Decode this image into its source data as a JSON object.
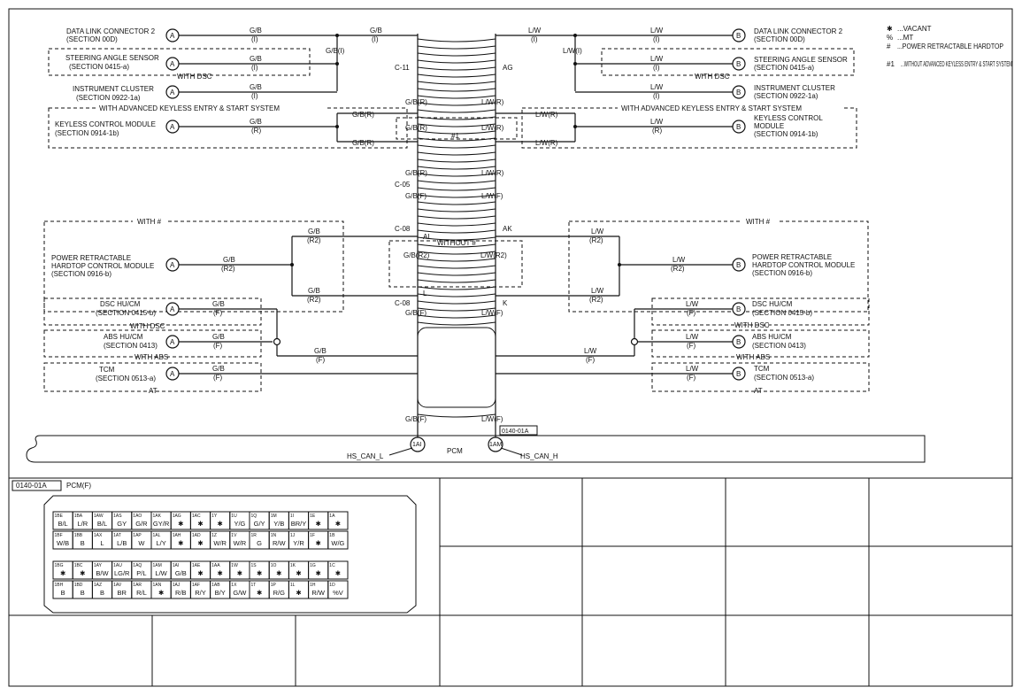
{
  "legend": [
    {
      "sym": "✱",
      "text": "...VACANT"
    },
    {
      "sym": "%",
      "text": "...MT"
    },
    {
      "sym": "#",
      "text": "...POWER RETRACTABLE HARDTOP"
    },
    {
      "sym": "#1",
      "text": "...WITHOUT ADVANCED KEYLESS ENTRY & START SYSTEM"
    }
  ],
  "left_components": {
    "dlc": {
      "name": "DATA LINK CONNECTOR 2",
      "section": "(SECTION 00D)",
      "pin": "A",
      "wire": "G/B",
      "circ": "(I)"
    },
    "sas": {
      "name": "STEERING ANGLE SENSOR",
      "section": "(SECTION 0415-a)",
      "pin": "A",
      "wire": "G/B",
      "circ": "(I)",
      "group": "WITH DSC"
    },
    "ic": {
      "name": "INSTRUMENT CLUSTER",
      "section": "(SECTION 0922-1a)",
      "pin": "A",
      "wire": "G/B",
      "circ": "(I)"
    },
    "kcm": {
      "name": "KEYLESS CONTROL MODULE",
      "section": "(SECTION 0914-1b)",
      "pin": "A",
      "wire": "G/B",
      "circ": "(R)",
      "group": "WITH ADVANCED KEYLESS ENTRY & START SYSTEM"
    },
    "prh": {
      "name": "POWER RETRACTABLE",
      "name2": "HARDTOP CONTROL MODULE",
      "section": "(SECTION 0916-b)",
      "pin": "A",
      "wire": "G/B",
      "circ": "(R2)",
      "group": "WITH #"
    },
    "dsc": {
      "name": "DSC HU/CM",
      "section": "(SECTION 0415-b)",
      "pin": "A",
      "wire": "G/B",
      "circ": "(F)",
      "group": "WITH DSC"
    },
    "abs": {
      "name": "ABS HU/CM",
      "section": "(SECTION 0413)",
      "pin": "A",
      "wire": "G/B",
      "circ": "(F)",
      "group": "WITH ABS"
    },
    "tcm": {
      "name": "TCM",
      "section": "(SECTION 0513-a)",
      "pin": "A",
      "wire": "G/B",
      "circ": "(F)",
      "group": "AT"
    }
  },
  "right_components": {
    "dlc": {
      "name": "DATA LINK CONNECTOR 2",
      "section": "(SECTION 00D)",
      "pin": "B",
      "wire": "L/W",
      "circ": "(I)"
    },
    "sas": {
      "name": "STEERING ANGLE SENSOR",
      "section": "(SECTION 0415-a)",
      "pin": "B",
      "wire": "L/W",
      "circ": "(I)",
      "group": "WITH DSC"
    },
    "ic": {
      "name": "INSTRUMENT CLUSTER",
      "section": "(SECTION 0922-1a)",
      "pin": "B",
      "wire": "L/W",
      "circ": "(I)"
    },
    "kcm": {
      "name": "KEYLESS CONTROL",
      "name2": "MODULE",
      "section": "(SECTION 0914-1b)",
      "pin": "B",
      "wire": "L/W",
      "circ": "(R)",
      "group": "WITH ADVANCED KEYLESS ENTRY & START SYSTEM"
    },
    "prh": {
      "name": "POWER RETRACTABLE",
      "name2": "HARDTOP CONTROL MODULE",
      "section": "(SECTION 0916-b)",
      "pin": "B",
      "wire": "L/W",
      "circ": "(R2)",
      "group": "WITH #"
    },
    "dsc": {
      "name": "DSC HU/CM",
      "section": "(SECTION 0415-b)",
      "pin": "B",
      "wire": "L/W",
      "circ": "(F)",
      "group": "WITH DSC"
    },
    "abs": {
      "name": "ABS HU/CM",
      "section": "(SECTION 0413)",
      "pin": "B",
      "wire": "L/W",
      "circ": "(F)",
      "group": "WITH ABS"
    },
    "tcm": {
      "name": "TCM",
      "section": "(SECTION 0513-a)",
      "pin": "B",
      "wire": "L/W",
      "circ": "(F)",
      "group": "AT"
    }
  },
  "trunk_labels": {
    "gb": "G/B",
    "gbi": "(I)",
    "gbi_v": "G/B(I)",
    "lw": "L/W",
    "lwi": "(I)",
    "lwi_v": "L/W(I)",
    "gbr": "G/B(R)",
    "lwr": "L/W(R)",
    "gbf": "G/B(F)",
    "lwf": "L/W(F)",
    "gbr2": "G/B(R2)",
    "lwr2": "L/W(R2)",
    "gb_w": "G/B",
    "r2": "(R2)",
    "lw_w": "L/W",
    "f": "(F)"
  },
  "connectors": {
    "c11": "C-11",
    "ag": "AG",
    "c05": "C-05",
    "c08a": "C-08",
    "ak": "AK",
    "al": "AL",
    "l": "L",
    "c08b": "C-08",
    "k": "K",
    "hash1": "#1",
    "without": "WITHOUT #"
  },
  "pcm": {
    "label": "PCM",
    "pin_l": "1AI",
    "pin_h": "1AM",
    "can_l": "HS_CAN_L",
    "can_h": "HS_CAN_H",
    "conn_ref": "0140-01A"
  },
  "connector_view": {
    "code": "0140-01A",
    "name": "PCM(F)",
    "rows": [
      [
        [
          "1BE",
          "B/L"
        ],
        [
          "1BA",
          "L/R"
        ],
        [
          "1AW",
          "B/L"
        ],
        [
          "1AS",
          "GY"
        ],
        [
          "1AO",
          "G/R"
        ],
        [
          "1AK",
          "GY/R"
        ],
        [
          "1AG",
          "✱"
        ],
        [
          "1AC",
          "✱"
        ],
        [
          "1Y",
          "✱"
        ],
        [
          "1U",
          "Y/G"
        ],
        [
          "1Q",
          "G/Y"
        ],
        [
          "1M",
          "Y/B"
        ],
        [
          "1I",
          "BR/Y"
        ],
        [
          "1E",
          "✱"
        ],
        [
          "1A",
          "✱"
        ]
      ],
      [
        [
          "1BF",
          "W/B"
        ],
        [
          "1BB",
          "B"
        ],
        [
          "1AX",
          "L"
        ],
        [
          "1AT",
          "L/B"
        ],
        [
          "1AP",
          "W"
        ],
        [
          "1AL",
          "L/Y"
        ],
        [
          "1AH",
          "✱"
        ],
        [
          "1AD",
          "✱"
        ],
        [
          "1Z",
          "W/R"
        ],
        [
          "1V",
          "W/R"
        ],
        [
          "1R",
          "G"
        ],
        [
          "1N",
          "R/W"
        ],
        [
          "1J",
          "Y/R"
        ],
        [
          "1F",
          "✱"
        ],
        [
          "1B",
          "W/G"
        ]
      ],
      [
        [
          "1BG",
          "✱"
        ],
        [
          "1BC",
          "✱"
        ],
        [
          "1AY",
          "B/W"
        ],
        [
          "1AU",
          "LG/R"
        ],
        [
          "1AQ",
          "P/L"
        ],
        [
          "1AM",
          "L/W"
        ],
        [
          "1AI",
          "G/B"
        ],
        [
          "1AE",
          "✱"
        ],
        [
          "1AA",
          "✱"
        ],
        [
          "1W",
          "✱"
        ],
        [
          "1S",
          "✱"
        ],
        [
          "1O",
          "✱"
        ],
        [
          "1K",
          "✱"
        ],
        [
          "1G",
          "✱"
        ],
        [
          "1C",
          "✱"
        ]
      ],
      [
        [
          "1BH",
          "B"
        ],
        [
          "1BD",
          "B"
        ],
        [
          "1AZ",
          "B"
        ],
        [
          "1AV",
          "BR"
        ],
        [
          "1AR",
          "R/L"
        ],
        [
          "1AN",
          "✱"
        ],
        [
          "1AJ",
          "R/B"
        ],
        [
          "1AF",
          "R/Y"
        ],
        [
          "1AB",
          "B/Y"
        ],
        [
          "1X",
          "G/W"
        ],
        [
          "1T",
          "✱"
        ],
        [
          "1P",
          "R/G"
        ],
        [
          "1L",
          "✱"
        ],
        [
          "1H",
          "R/W"
        ],
        [
          "1D",
          "%V"
        ]
      ]
    ]
  }
}
